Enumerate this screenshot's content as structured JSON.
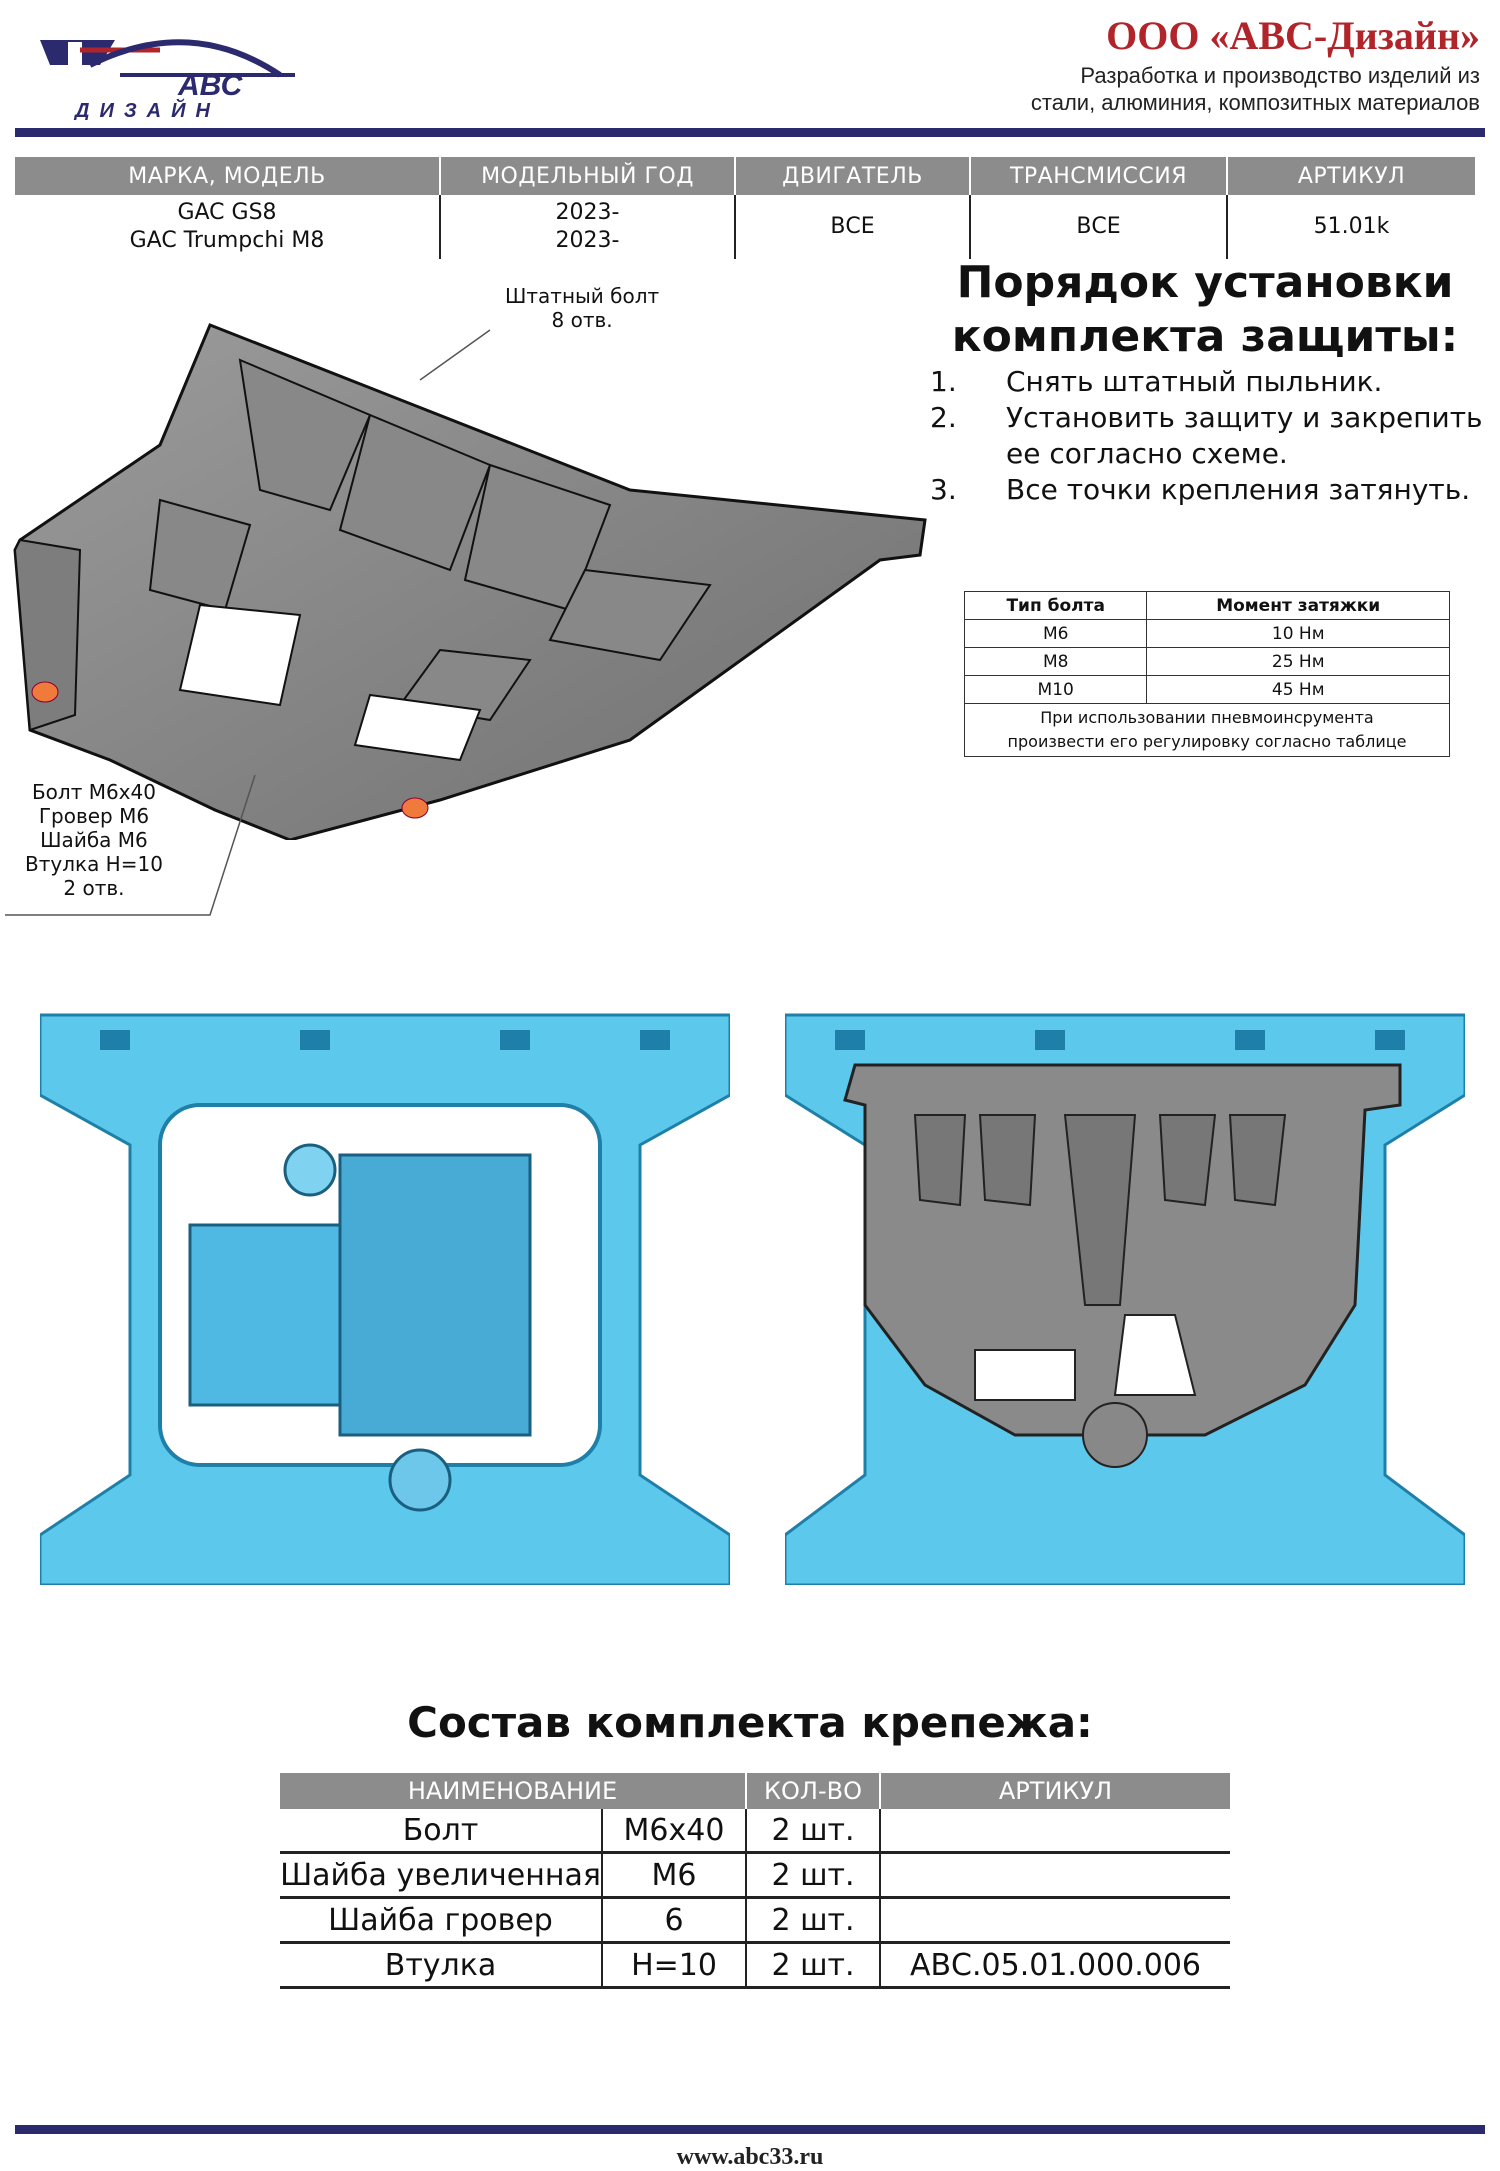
{
  "header": {
    "company_name": "ООО «АВС-Дизайн»",
    "company_sub1": "Разработка и производство изделий из",
    "company_sub2": "стали, алюминия, композитных материалов",
    "logo_text_top": "АВС",
    "logo_text_bottom": "ДИЗАЙН",
    "brand_color": "#2c2a6e",
    "accent_color": "#b0242a"
  },
  "vehicle_table": {
    "headers": [
      "МАРКА, МОДЕЛЬ",
      "МОДЕЛЬНЫЙ ГОД",
      "ДВИГАТЕЛЬ",
      "ТРАНСМИССИЯ",
      "АРТИКУЛ"
    ],
    "model_line1": "GAC GS8",
    "model_line2": "GAC Trumpchi M8",
    "year_line1": "2023-",
    "year_line2": "2023-",
    "engine": "ВСЕ",
    "transmission": "ВСЕ",
    "article": "51.01k"
  },
  "instructions": {
    "title_line1": "Порядок установки",
    "title_line2": "комплекта защиты:",
    "steps": [
      {
        "num": "1.",
        "text": "Снять штатный пыльник."
      },
      {
        "num": "2.",
        "text": "Установить защиту и закрепить ее согласно схеме."
      },
      {
        "num": "3.",
        "text": "Все точки крепления затянуть."
      }
    ]
  },
  "torque_table": {
    "headers": [
      "Тип болта",
      "Момент затяжки"
    ],
    "rows": [
      [
        "М6",
        "10 Нм"
      ],
      [
        "М8",
        "25 Нм"
      ],
      [
        "М10",
        "45 Нм"
      ]
    ],
    "note_line1": "При использовании пневмоинсрумента",
    "note_line2": "произвести его регулировку согласно таблице"
  },
  "callouts": {
    "top_line1": "Штатный болт",
    "top_line2": "8 отв.",
    "left_lines": [
      "Болт М6х40",
      "Гровер М6",
      "Шайба М6",
      "Втулка Н=10",
      "2 отв."
    ]
  },
  "kit": {
    "title": "Состав комплекта крепежа:",
    "headers": [
      "НАИМЕНОВАНИЕ",
      "КОЛ-ВО",
      "АРТИКУЛ"
    ],
    "rows": [
      [
        "Болт",
        "М6х40",
        "2 шт.",
        ""
      ],
      [
        "Шайба увеличенная",
        "М6",
        "2 шт.",
        ""
      ],
      [
        "Шайба гровер",
        "6",
        "2 шт.",
        ""
      ],
      [
        "Втулка",
        "Н=10",
        "2 шт.",
        "АВС.05.01.000.006"
      ]
    ]
  },
  "footer": {
    "url": "www.abc33.ru"
  }
}
